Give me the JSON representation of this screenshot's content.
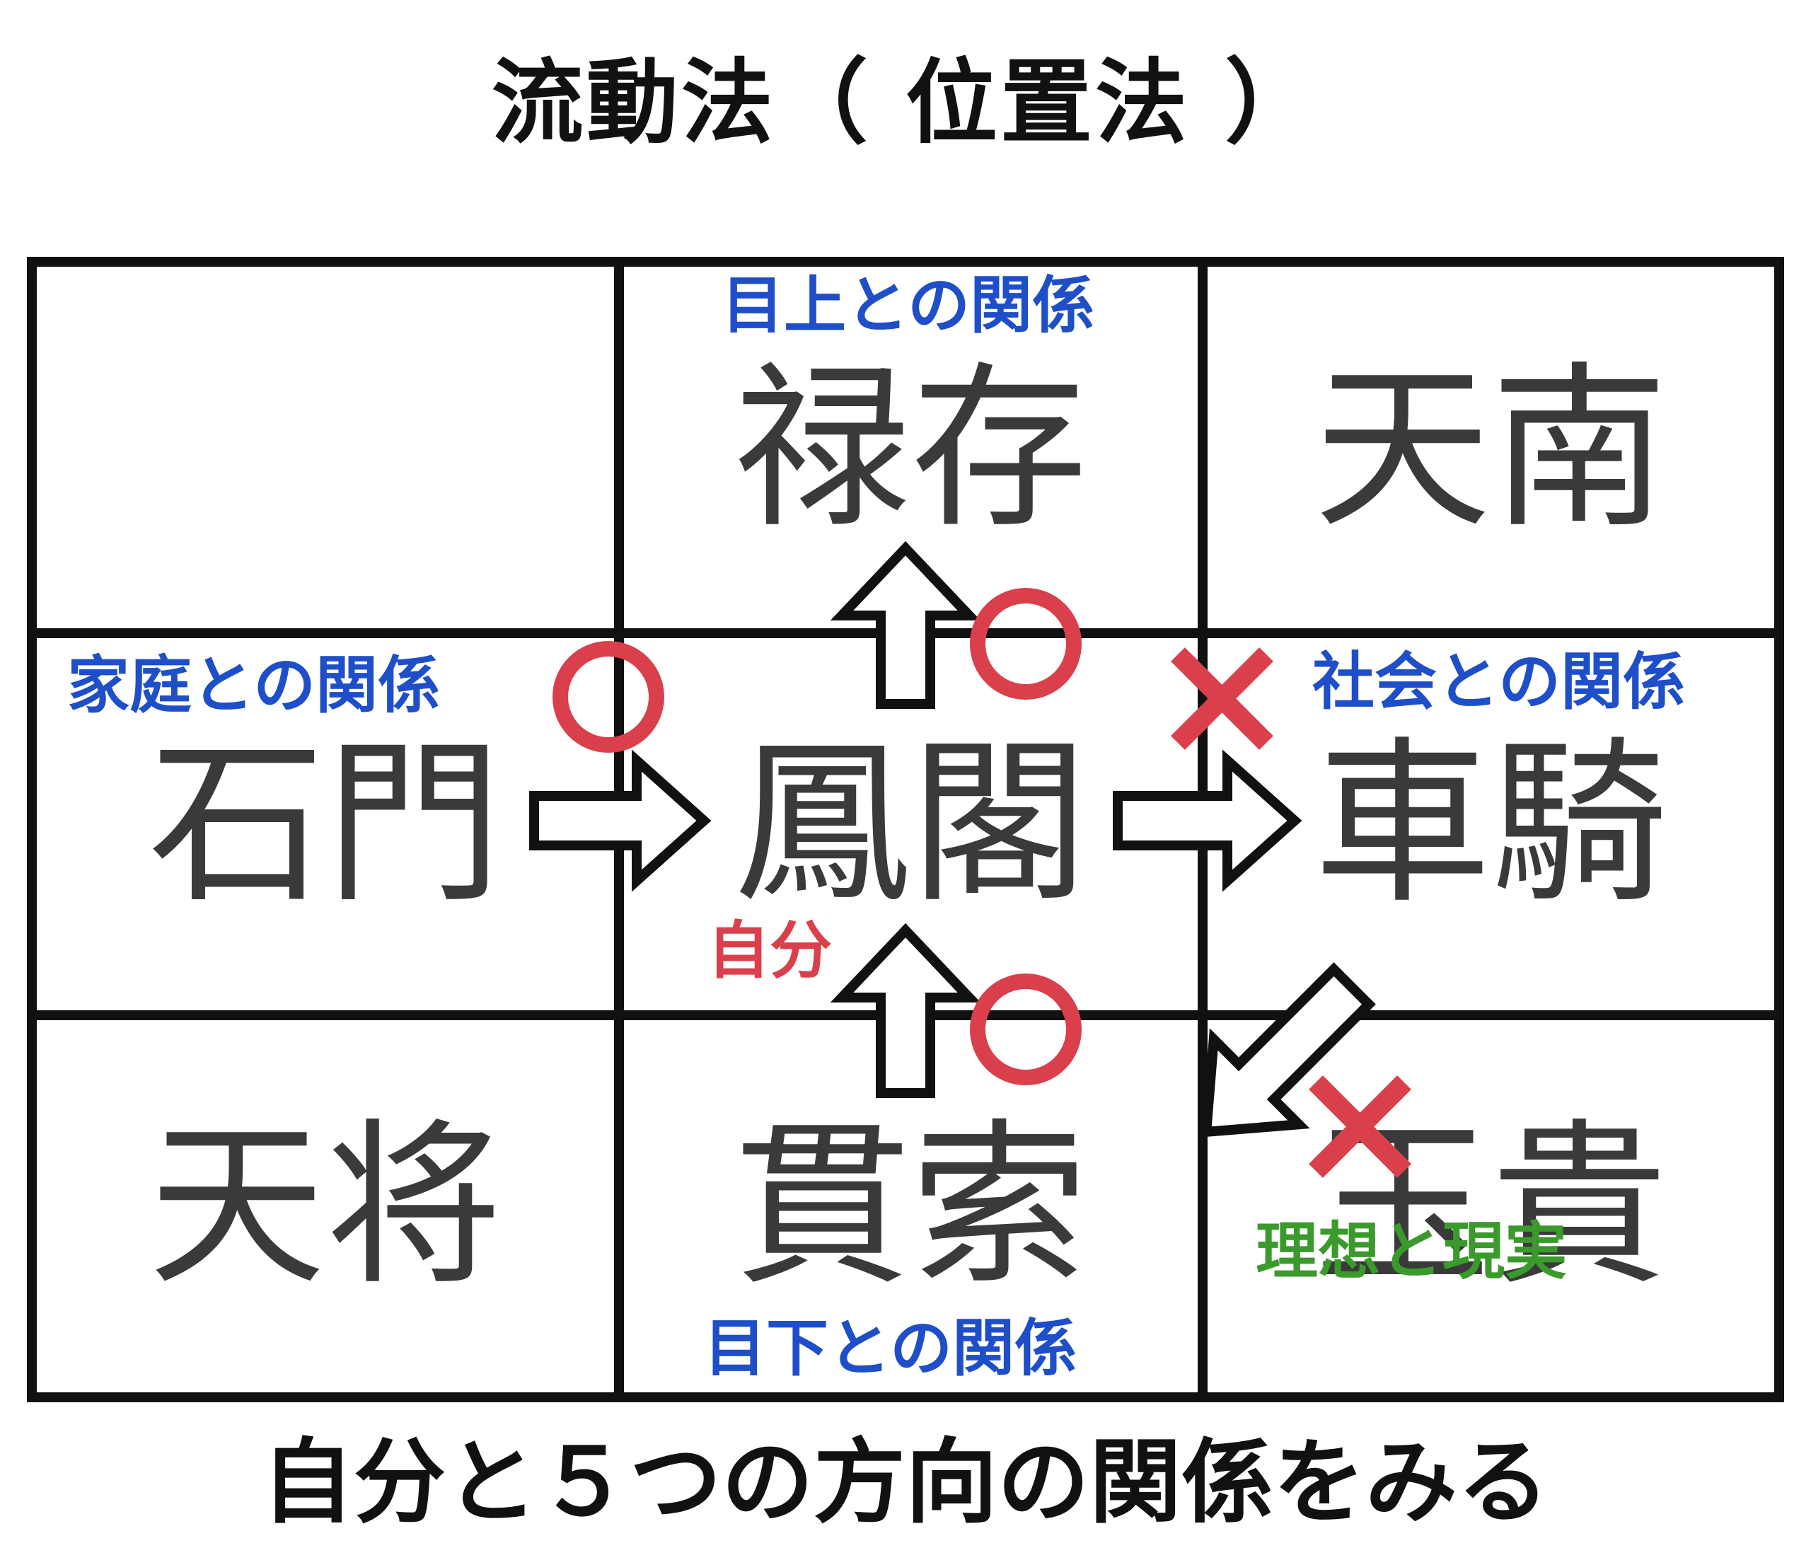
{
  "title": "流動法（ 位置法 ）",
  "caption": "自分と５つの方向の関係をみる",
  "grid": {
    "cells": {
      "top_left": "",
      "top_center": "禄存",
      "top_right": "天南",
      "mid_left": "石門",
      "center": "鳳閣",
      "mid_right": "車騎",
      "bottom_left": "天将",
      "bottom_center": "貫索",
      "bottom_right": "玉貴"
    }
  },
  "labels": {
    "upper": "目上との関係",
    "family": "家庭との関係",
    "society": "社会との関係",
    "self": "自分",
    "lower": "目下との関係",
    "ideal_reality": "理想と現実"
  },
  "marks": {
    "family": "good",
    "upper": "good",
    "lower": "good",
    "society": "bad",
    "ideal_reality": "bad"
  },
  "colors": {
    "blue_label": "#1f4ec9",
    "red_mark": "#d9404b",
    "green_label": "#3b9a2c",
    "cell_text": "#3a3a3a",
    "grid_line": "#111111"
  }
}
